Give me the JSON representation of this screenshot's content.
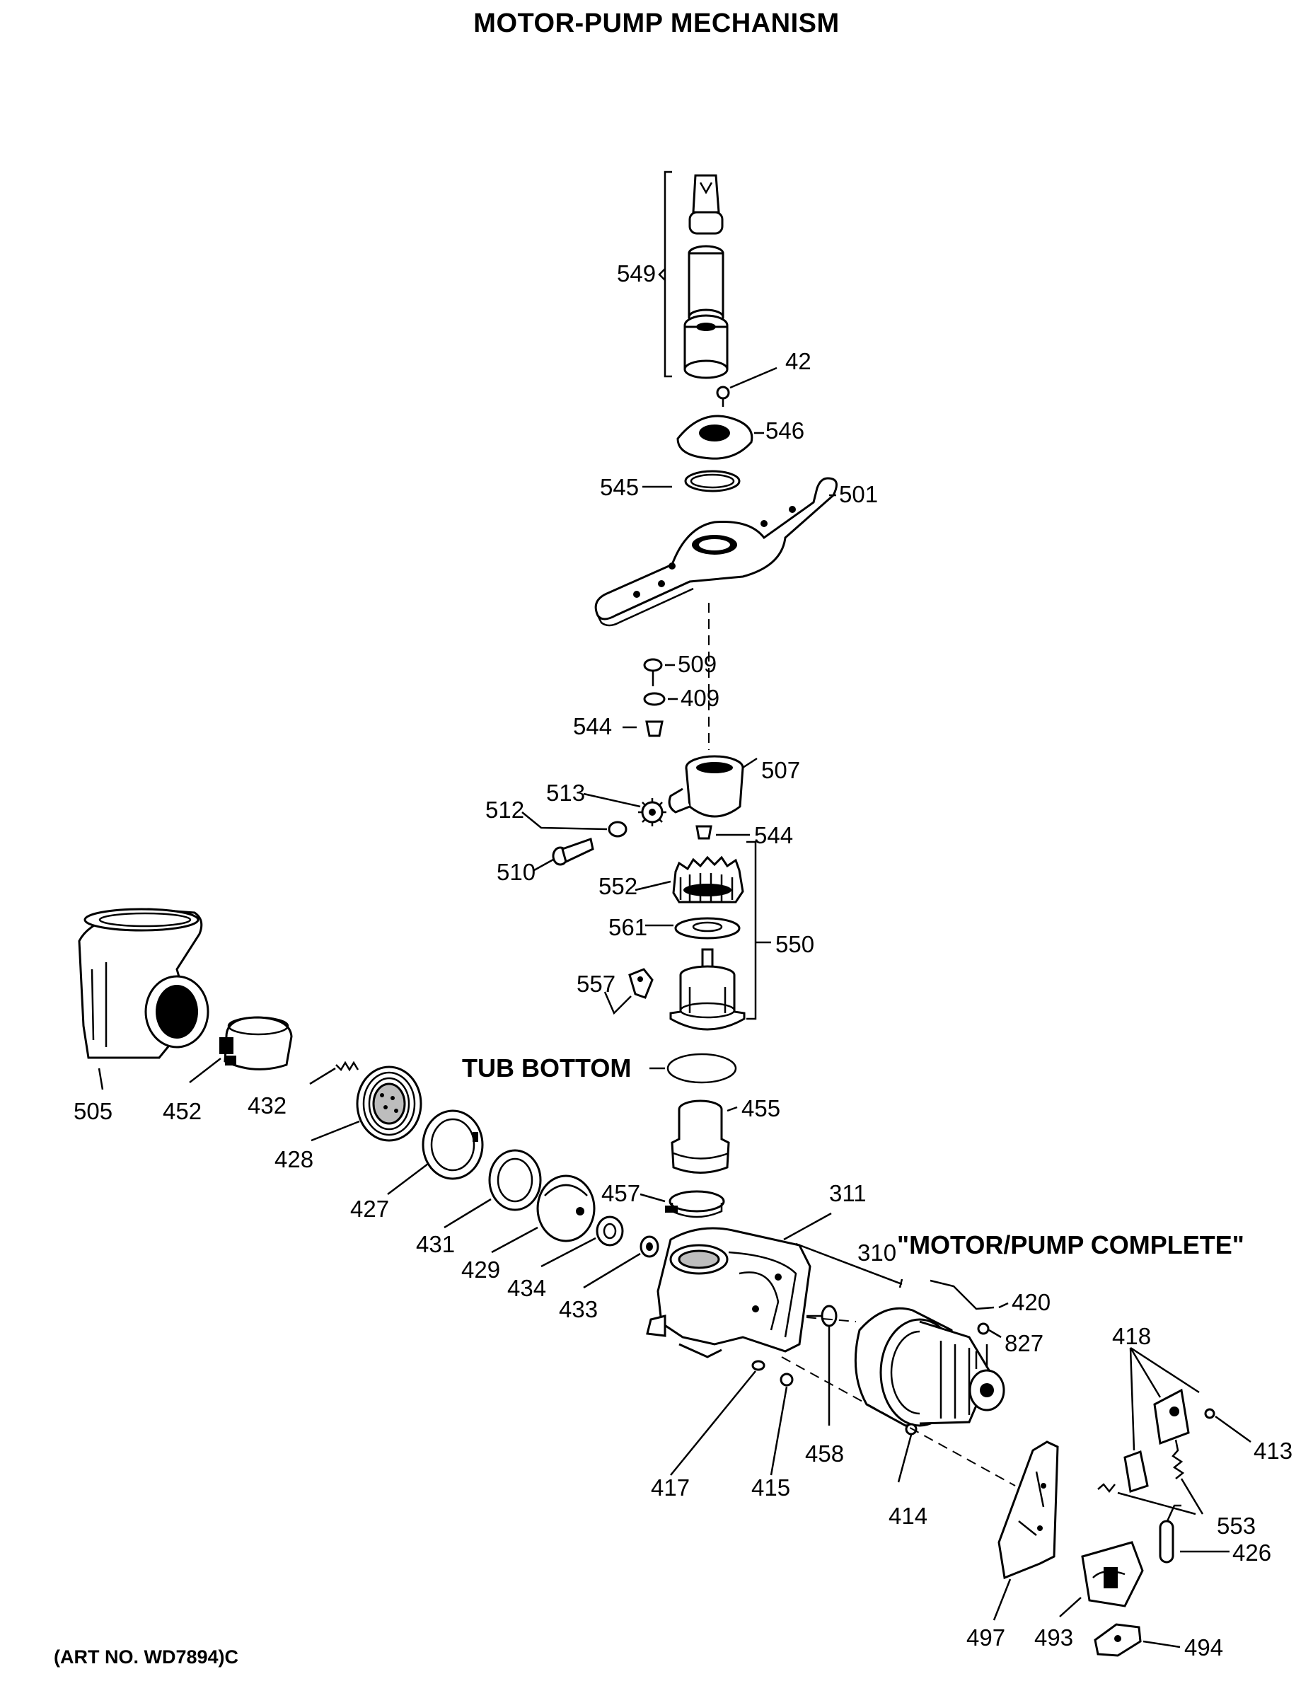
{
  "title": "MOTOR-PUMP MECHANISM",
  "art_number": "(ART NO. WD7894)C",
  "notes": {
    "tub_bottom": "TUB BOTTOM",
    "motor_pump_complete": "\"MOTOR/PUMP COMPLETE\""
  },
  "callouts": {
    "p549": "549",
    "p42": "42",
    "p546": "546",
    "p545": "545",
    "p501": "501",
    "p509": "509",
    "p409": "409",
    "p544a": "544",
    "p507": "507",
    "p513": "513",
    "p512": "512",
    "p544b": "544",
    "p510": "510",
    "p552": "552",
    "p561": "561",
    "p550": "550",
    "p557": "557",
    "p505": "505",
    "p452": "452",
    "p432": "432",
    "p428": "428",
    "p455": "455",
    "p427": "427",
    "p431": "431",
    "p429": "429",
    "p457": "457",
    "p311": "311",
    "p434": "434",
    "p433": "433",
    "p310": "310",
    "p420": "420",
    "p827": "827",
    "p418": "418",
    "p413": "413",
    "p417": "417",
    "p415": "415",
    "p458": "458",
    "p414": "414",
    "p553": "553",
    "p426": "426",
    "p497": "497",
    "p493": "493",
    "p494": "494"
  }
}
